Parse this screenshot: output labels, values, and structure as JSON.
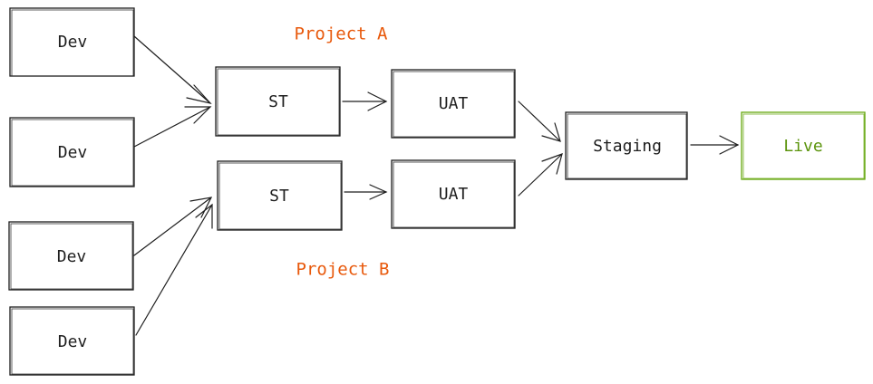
{
  "nodes": [
    {
      "id": "dev1",
      "label": "Dev",
      "color": "#1e1e1e"
    },
    {
      "id": "dev2",
      "label": "Dev",
      "color": "#1e1e1e"
    },
    {
      "id": "dev3",
      "label": "Dev",
      "color": "#1e1e1e"
    },
    {
      "id": "dev4",
      "label": "Dev",
      "color": "#1e1e1e"
    },
    {
      "id": "stA",
      "label": "ST",
      "color": "#1e1e1e"
    },
    {
      "id": "stB",
      "label": "ST",
      "color": "#1e1e1e"
    },
    {
      "id": "uatA",
      "label": "UAT",
      "color": "#1e1e1e"
    },
    {
      "id": "uatB",
      "label": "UAT",
      "color": "#1e1e1e"
    },
    {
      "id": "staging",
      "label": "Staging",
      "color": "#1e1e1e"
    },
    {
      "id": "live",
      "label": "Live",
      "color": "#66a80f"
    }
  ],
  "edges": [
    {
      "from": "dev1",
      "to": "stA"
    },
    {
      "from": "dev2",
      "to": "stA"
    },
    {
      "from": "dev3",
      "to": "stB"
    },
    {
      "from": "dev4",
      "to": "stB"
    },
    {
      "from": "stA",
      "to": "uatA"
    },
    {
      "from": "stB",
      "to": "uatB"
    },
    {
      "from": "uatA",
      "to": "staging"
    },
    {
      "from": "uatB",
      "to": "staging"
    },
    {
      "from": "staging",
      "to": "live"
    }
  ],
  "annotations": {
    "project_a": "Project A",
    "project_b": "Project B"
  },
  "colors": {
    "stroke": "#1e1e1e",
    "project_label": "#e8590c",
    "live": "#66a80f"
  }
}
